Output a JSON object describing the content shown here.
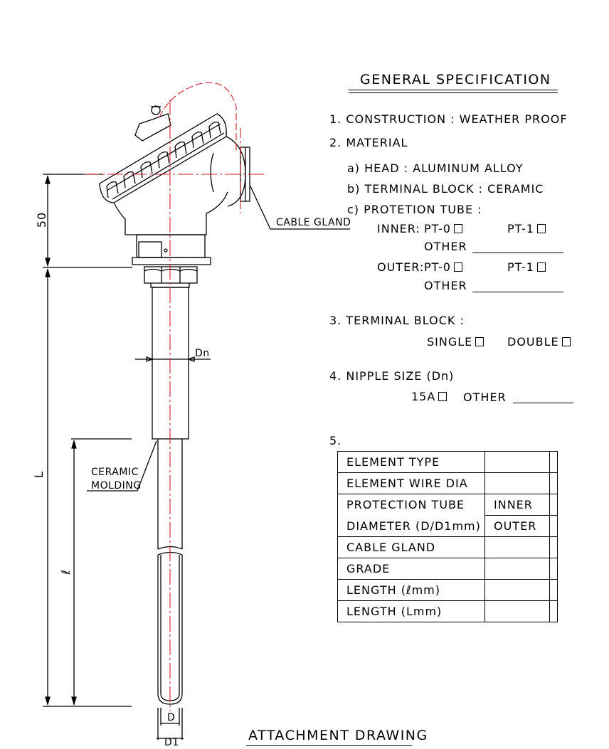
{
  "spec": {
    "title": "GENERAL SPECIFICATION",
    "item1": "1. CONSTRUCTION : WEATHER PROOF",
    "item2": "2. MATERIAL",
    "item2a": "a) HEAD : ALUMINUM ALLOY",
    "item2b": "b) TERMINAL BLOCK : CERAMIC",
    "item2c": "c) PROTETION TUBE :",
    "inner_label": "INNER:",
    "outer_label": "OUTER:",
    "pt0": "PT-0",
    "pt1": "PT-1",
    "other": "OTHER",
    "item3": "3. TERMINAL BLOCK :",
    "single": "SINGLE",
    "double": "DOUBLE",
    "item4": "4. NIPPLE SIZE (Dn)",
    "size_15a": "15A",
    "item5": "5."
  },
  "table": {
    "element_type": "ELEMENT TYPE",
    "element_wire_dia": "ELEMENT WIRE DIA",
    "protection_tube": "PROTECTION TUBE",
    "diameter": "DIAMETER (D/D1mm)",
    "inner": "INNER",
    "outer": "OUTER",
    "cable_gland": "CABLE GLAND",
    "grade": "GRADE",
    "length_l_small": "LENGTH  (ℓmm)",
    "length_l": "LENGTH  (Lmm)"
  },
  "drawing": {
    "cable_gland": "CABLE GLAND",
    "ceramic": "CERAMIC",
    "molding": "MOLDING",
    "dim_50": "50",
    "dim_L": "L",
    "dim_l": "ℓ",
    "dim_Dn": "Dn",
    "dim_D": "D",
    "dim_D1": "D1",
    "caption": "ATTACHMENT DRAWING"
  },
  "colors": {
    "line": "#000000",
    "centerline": "#d0202a",
    "wire": "#d0202a"
  }
}
